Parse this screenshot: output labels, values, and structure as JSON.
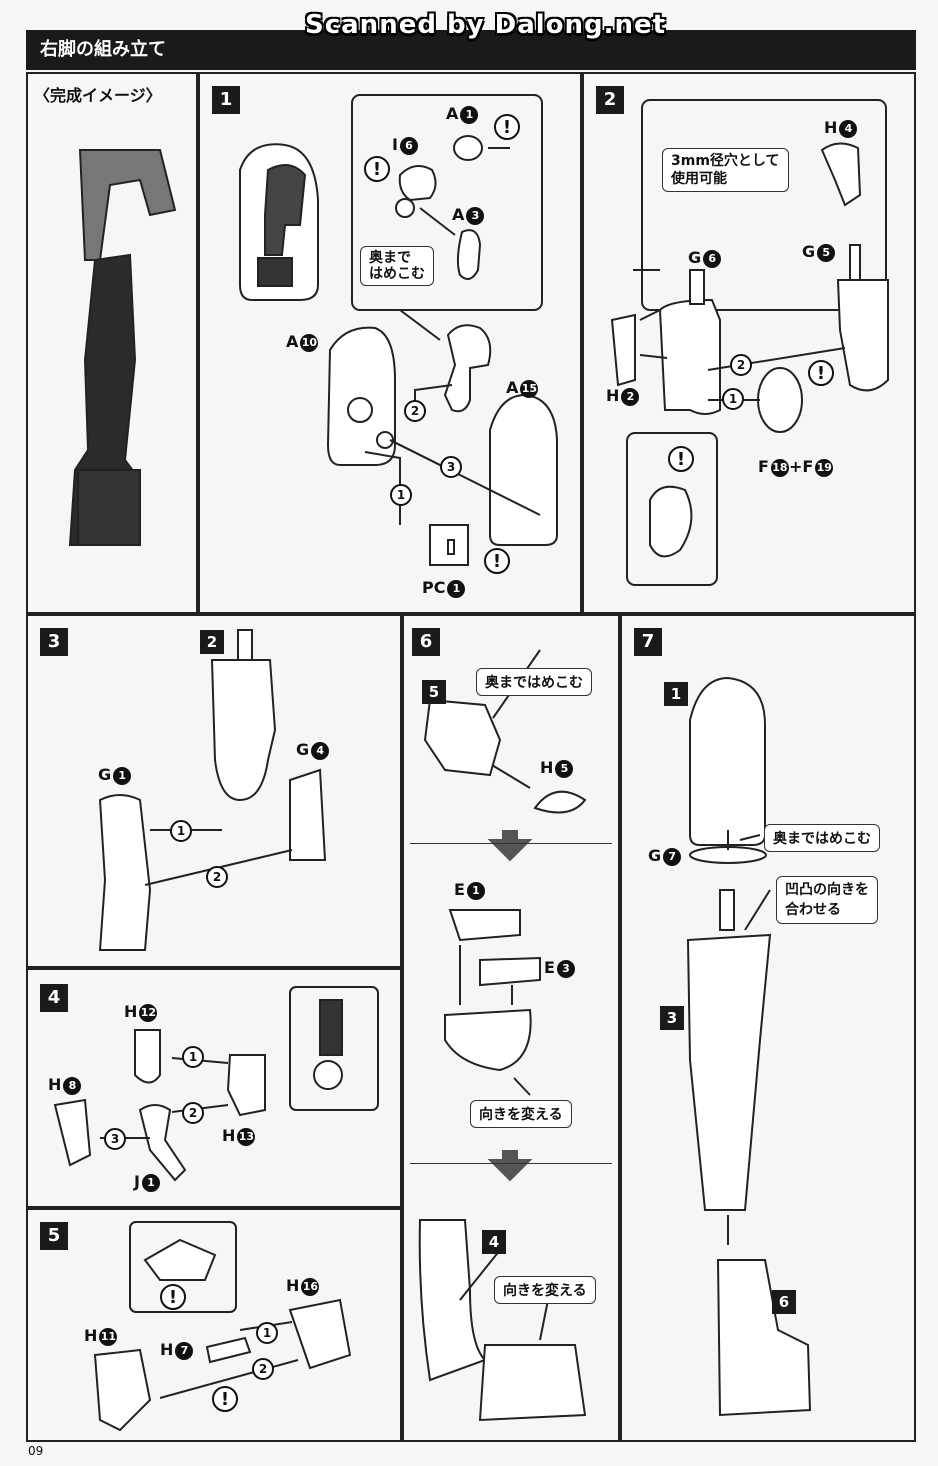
{
  "watermark": "Scanned by Dalong.net",
  "title": "右脚の組み立て",
  "image_caption": "〈完成イメージ〉",
  "page_number": "09",
  "steps": {
    "s1": "1",
    "s2": "2",
    "s3": "3",
    "s4": "4",
    "s5": "5",
    "s6": "6",
    "s7": "7"
  },
  "notes": {
    "press_fully": "奥まではめこむ",
    "press_fully_wrapped_1": "奥まで",
    "press_fully_wrapped_2": "はめこむ",
    "hole_3mm_1": "3mm径穴として",
    "hole_3mm_2": "使用可能",
    "change_direction": "向きを変える",
    "align_1": "凹凸の向きを",
    "align_2": "合わせる"
  },
  "seq": {
    "one": "1",
    "two": "2",
    "three": "3"
  },
  "parts": {
    "A1": "A",
    "A1n": "1",
    "I6": "I",
    "I6n": "6",
    "A3": "A",
    "A3n": "3",
    "A10": "A",
    "A10n": "10",
    "A15": "A",
    "A15n": "15",
    "PC1": "PC",
    "PC1n": "1",
    "H4": "H",
    "H4n": "4",
    "G6": "G",
    "G6n": "6",
    "G5": "G",
    "G5n": "5",
    "H2": "H",
    "H2n": "2",
    "F18": "F",
    "F18n": "18",
    "plus": "+",
    "F19": "F",
    "F19n": "19",
    "G1": "G",
    "G1n": "1",
    "G4": "G",
    "G4n": "4",
    "sub2": "2",
    "H12": "H",
    "H12n": "12",
    "H8": "H",
    "H8n": "8",
    "H13": "H",
    "H13n": "13",
    "J1": "J",
    "J1n": "1",
    "H11": "H",
    "H11n": "11",
    "H7": "H",
    "H7n": "7",
    "H16": "H",
    "H16n": "16",
    "sub5": "5",
    "H5": "H",
    "H5n": "5",
    "E1": "E",
    "E1n": "1",
    "E3": "E",
    "E3n": "3",
    "sub4": "4",
    "sub1": "1",
    "G7": "G",
    "G7n": "7",
    "sub3": "3",
    "sub6": "6"
  },
  "warn_symbol": "!"
}
